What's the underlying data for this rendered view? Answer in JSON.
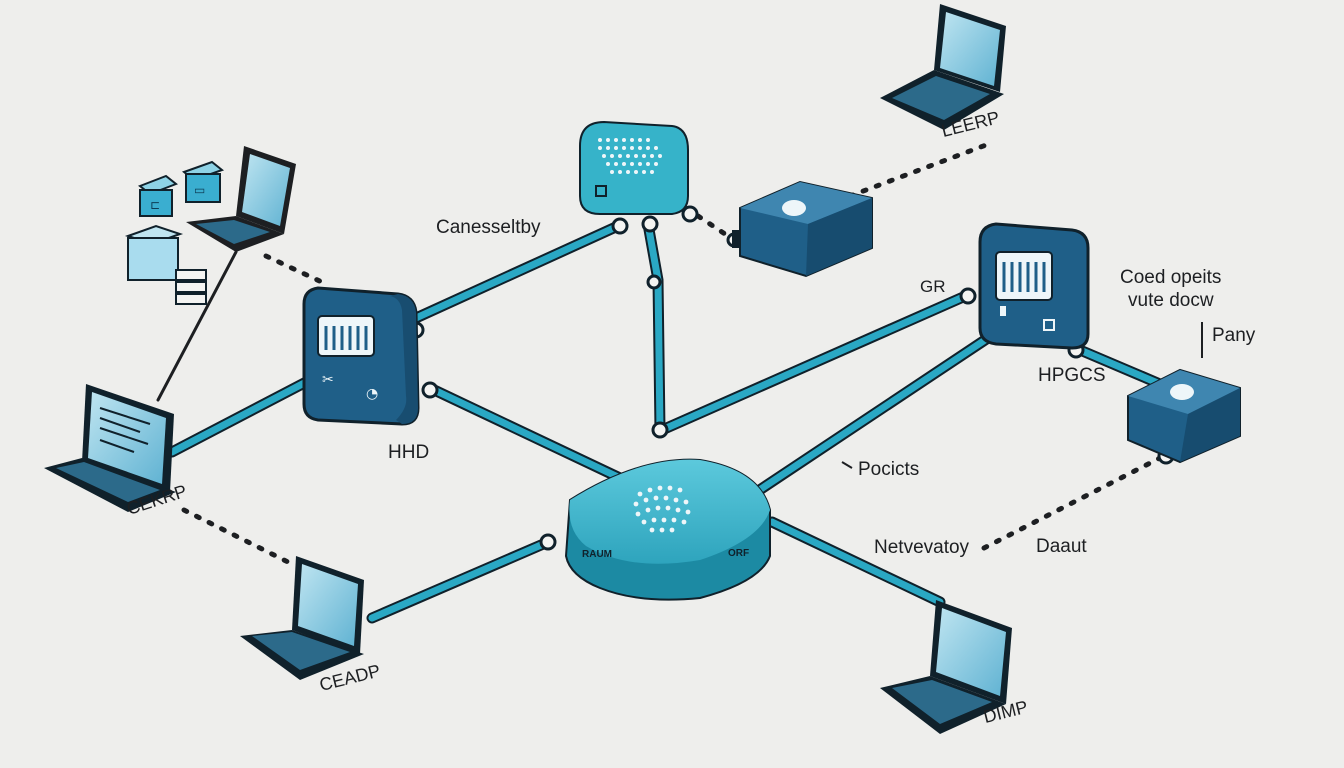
{
  "labels": {
    "canesselty": "Canesseltby",
    "hhd": "HHD",
    "pocicts": "Pocicts",
    "netvenatoy": "Netvevatoy",
    "daaut": "Daaut",
    "coed_opeits": "Coed opeits",
    "vute_docw": "vute docw",
    "pany": "Pany",
    "hpgcs": "HPGCS",
    "gr": "GR",
    "leerp": "LEERP",
    "cekrp": "CEKRP",
    "ceadp": "CEADP",
    "dimp": "DIMP",
    "switch_left_tag": "RAUM",
    "switch_right_tag": "ORF"
  },
  "colors": {
    "cable": "#2aa8c4",
    "cable_dark": "#15697f",
    "hub": "#36b3c9",
    "router": "#1f5f88",
    "screen": "#7fc6df",
    "outline": "#10212b"
  }
}
